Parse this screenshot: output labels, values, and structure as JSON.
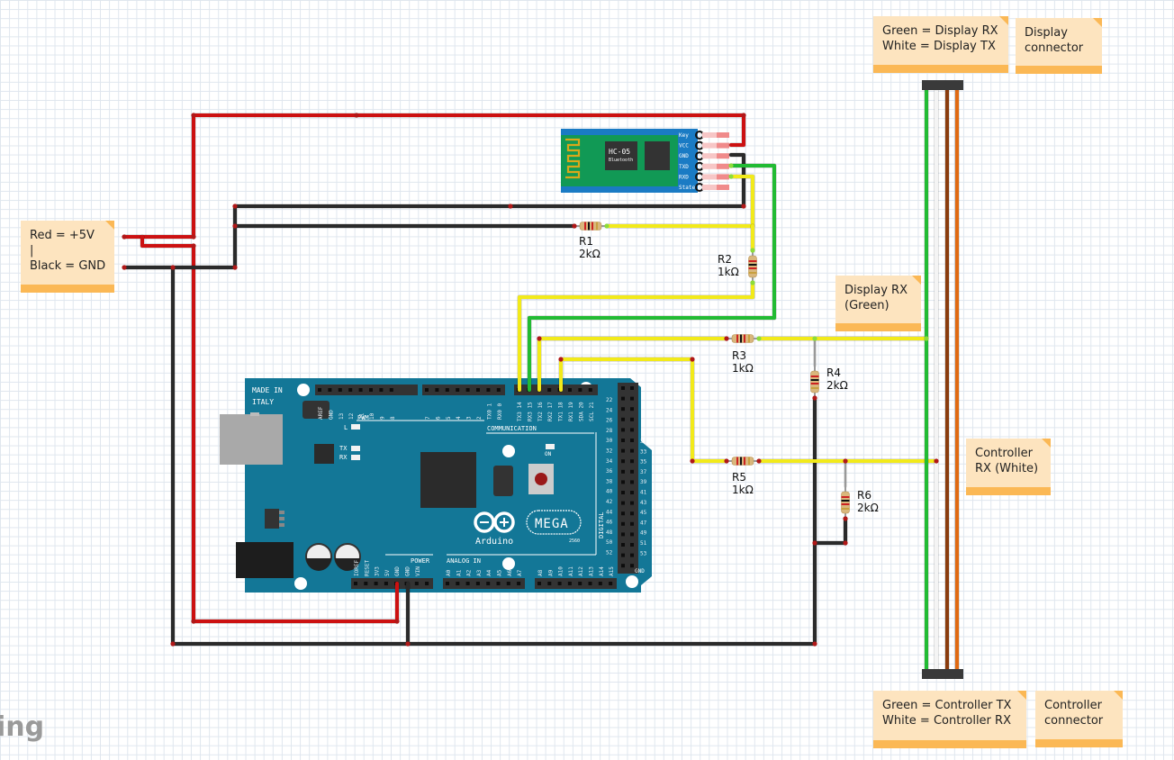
{
  "notes": {
    "power": {
      "lines": [
        "Red = +5V",
        "|",
        "Black = GND"
      ]
    },
    "display_colors": {
      "lines": [
        "Green = Display RX",
        "White = Display TX"
      ]
    },
    "display_connector": {
      "lines": [
        "Display",
        "connector"
      ]
    },
    "display_rx": {
      "lines": [
        "Display RX",
        "(Green)"
      ]
    },
    "controller_rx": {
      "lines": [
        "Controller",
        "RX (White)"
      ]
    },
    "controller_colors": {
      "lines": [
        "Green = Controller TX",
        "White = Controller RX"
      ]
    },
    "controller_connector": {
      "lines": [
        "Controller",
        "connector"
      ]
    }
  },
  "resistors": [
    {
      "id": "R1",
      "value": "2kΩ"
    },
    {
      "id": "R2",
      "value": "1kΩ"
    },
    {
      "id": "R3",
      "value": "1kΩ"
    },
    {
      "id": "R4",
      "value": "2kΩ"
    },
    {
      "id": "R5",
      "value": "1kΩ"
    },
    {
      "id": "R6",
      "value": "2kΩ"
    }
  ],
  "bluetooth_module": {
    "title": "HC-05",
    "subtitle": "Bluetooth",
    "pins": [
      "Key",
      "VCC",
      "GND",
      "TXD",
      "RXD",
      "State"
    ]
  },
  "arduino": {
    "made_in": "MADE IN",
    "italy": "ITALY",
    "logo": "Arduino",
    "model": "MEGA",
    "model_sub": "2560",
    "pwm": "PWM",
    "communication": "COMMUNICATION",
    "power": "POWER",
    "analog_in": "ANALOG IN",
    "digital": "DIGITAL",
    "on": "ON",
    "led_l": "L",
    "led_tx": "TX",
    "led_rx": "RX",
    "gnd": "GND",
    "fivev": "5V",
    "top_pins_left": [
      "AREF",
      "GND",
      "13",
      "12",
      "11",
      "10",
      "9",
      "8"
    ],
    "top_pins_mid": [
      "7",
      "6",
      "5",
      "4",
      "3",
      "2",
      "TX0 1",
      "RX0 0"
    ],
    "top_pins_comm": [
      "TX3 14",
      "RX3 15",
      "TX2 16",
      "RX2 17",
      "TX1 18",
      "RX1 19",
      "SDA 20",
      "SCL 21"
    ],
    "power_pins": [
      "IOREF",
      "RESET",
      "3V3",
      "5V",
      "GND",
      "GND",
      "VIN"
    ],
    "analog_pins_a": [
      "A0",
      "A1",
      "A2",
      "A3",
      "A4",
      "A5",
      "A6",
      "A7"
    ],
    "analog_pins_b": [
      "A8",
      "A9",
      "A10",
      "A11",
      "A12",
      "A13",
      "A14",
      "A15"
    ],
    "digital_left": [
      "22",
      "24",
      "26",
      "28",
      "30",
      "32",
      "34",
      "36",
      "38",
      "40",
      "42",
      "44",
      "46",
      "48",
      "50",
      "52"
    ],
    "digital_right": [
      "31",
      "33",
      "35",
      "37",
      "39",
      "41",
      "43",
      "45",
      "47",
      "49",
      "51",
      "53"
    ]
  },
  "wire_colors": {
    "power": "#cc1111",
    "ground": "#2a2a2a",
    "signal_yellow": "#f2ea1a",
    "signal_green": "#22bb33",
    "white": "#f4f4f4",
    "brown": "#8a3c0e",
    "orange": "#e06a12"
  },
  "brand_partial": "ing"
}
